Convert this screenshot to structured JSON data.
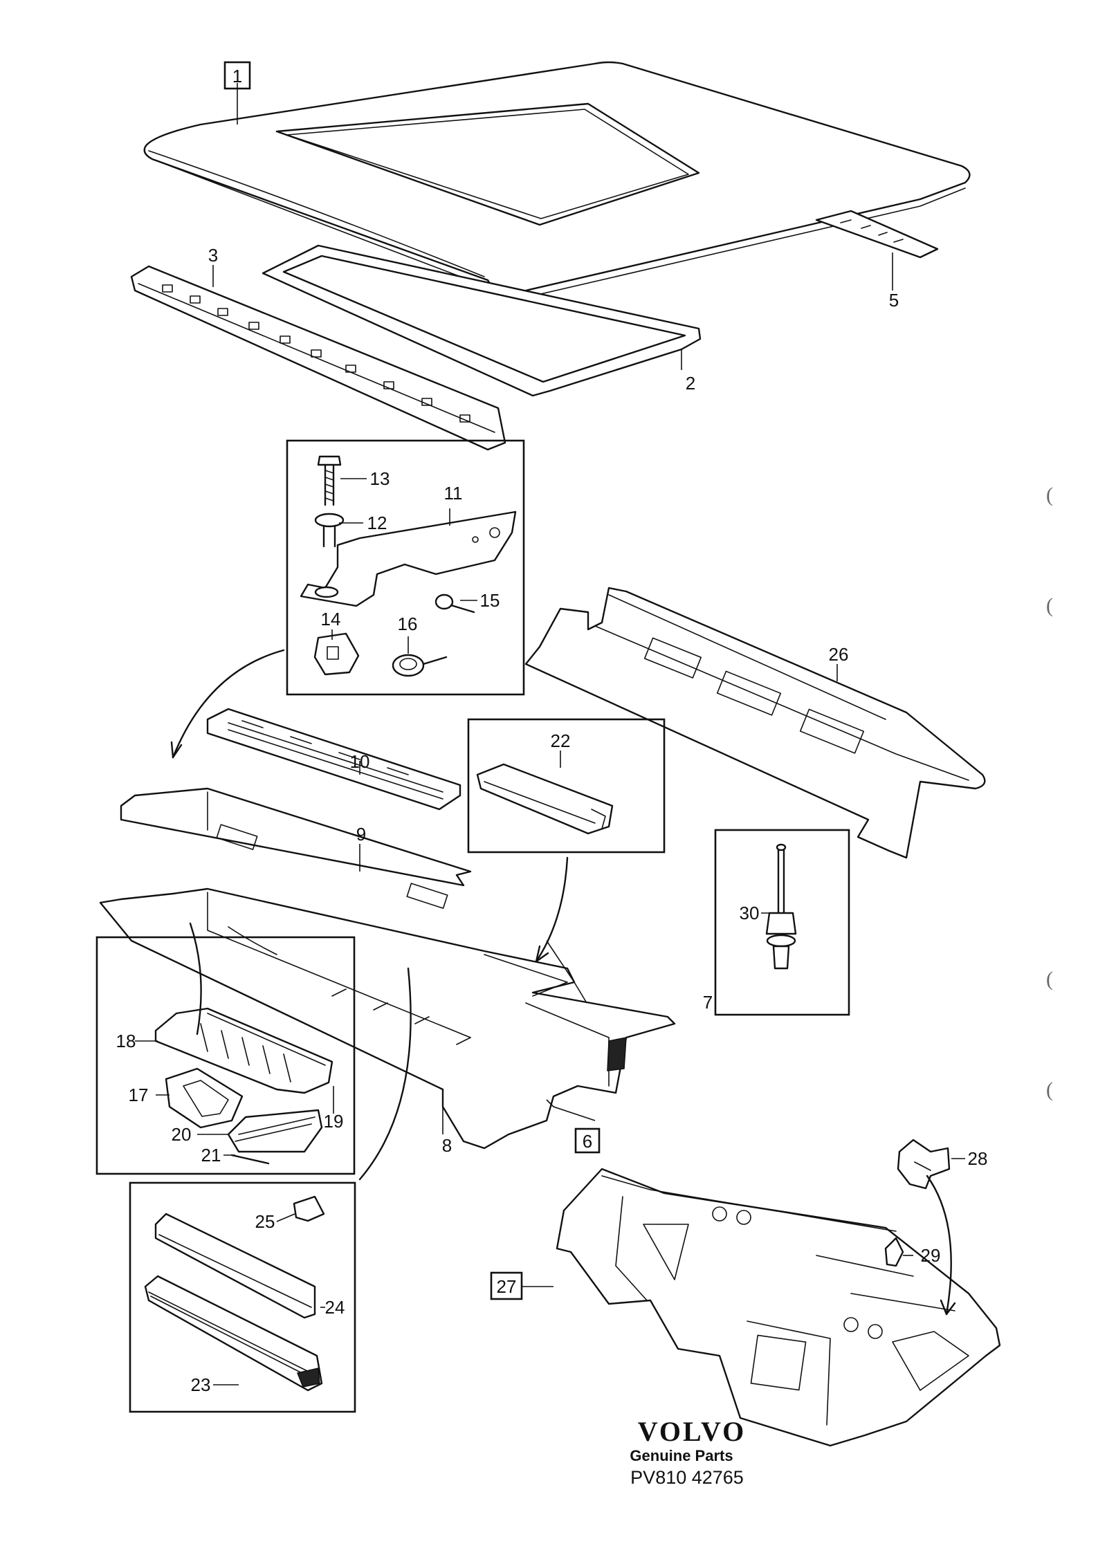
{
  "diagram": {
    "part_labels": [
      {
        "id": "1",
        "boxed": true
      },
      {
        "id": "2"
      },
      {
        "id": "3"
      },
      {
        "id": "5"
      },
      {
        "id": "6",
        "boxed": true
      },
      {
        "id": "7"
      },
      {
        "id": "8"
      },
      {
        "id": "9"
      },
      {
        "id": "10"
      },
      {
        "id": "11"
      },
      {
        "id": "12"
      },
      {
        "id": "13"
      },
      {
        "id": "14"
      },
      {
        "id": "15"
      },
      {
        "id": "16"
      },
      {
        "id": "17"
      },
      {
        "id": "18"
      },
      {
        "id": "19"
      },
      {
        "id": "20"
      },
      {
        "id": "21"
      },
      {
        "id": "22"
      },
      {
        "id": "23"
      },
      {
        "id": "24"
      },
      {
        "id": "25"
      },
      {
        "id": "26"
      },
      {
        "id": "27",
        "boxed": true
      },
      {
        "id": "28"
      },
      {
        "id": "29"
      },
      {
        "id": "30"
      }
    ]
  },
  "branding": {
    "logo": "VOLVO",
    "tagline": "Genuine Parts",
    "reference": "PV810 42765"
  },
  "margin_marks": [
    "(",
    "(",
    "(",
    "("
  ]
}
